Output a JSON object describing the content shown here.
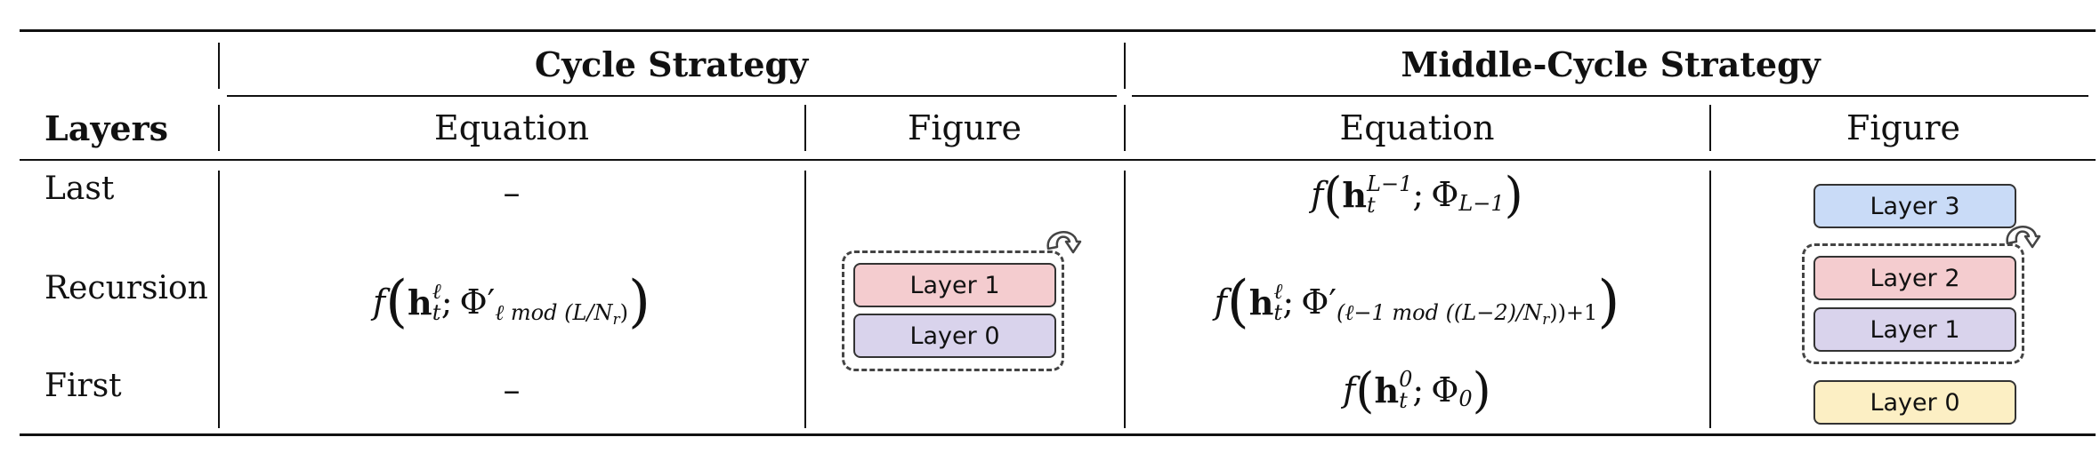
{
  "header": {
    "layers_label": "Layers",
    "cycle_title": "Cycle Strategy",
    "middle_cycle_title": "Middle-Cycle Strategy",
    "equation_label": "Equation",
    "figure_label": "Figure"
  },
  "rows": {
    "last": "Last",
    "recursion": "Recursion",
    "first": "First"
  },
  "cycle": {
    "last_eq": "–",
    "first_eq": "–",
    "recursion_eq": {
      "f": "f",
      "h": "h",
      "t": "t",
      "ell": "ℓ",
      "sep": ";",
      "phi": "Φ′",
      "sub": "ℓ mod (L/N",
      "sub_r": "r",
      "sub_close": ")"
    },
    "figure": {
      "layer_top": "Layer 1",
      "layer_bottom": "Layer 0"
    }
  },
  "middle": {
    "last_eq": {
      "f": "f",
      "h": "h",
      "t": "t",
      "sup": "L−1",
      "phi": "Φ",
      "sub": "L−1"
    },
    "recursion_eq": {
      "f": "f",
      "h": "h",
      "t": "t",
      "ell": "ℓ",
      "phi": "Φ′",
      "sub": "(ℓ−1 mod ((L−2)/N",
      "sub_r": "r",
      "sub_close": "))+1"
    },
    "first_eq": {
      "f": "f",
      "h": "h",
      "t": "t",
      "sup": "0",
      "phi": "Φ",
      "sub": "0"
    },
    "figure": {
      "layer3": "Layer 3",
      "layer2": "Layer 2",
      "layer1": "Layer 1",
      "layer0": "Layer 0"
    }
  },
  "colors": {
    "layer_red": "#f4cccf",
    "layer_purple": "#d9d3ec",
    "layer_blue": "#c9dbf7",
    "layer_yellow": "#fcefc4"
  }
}
